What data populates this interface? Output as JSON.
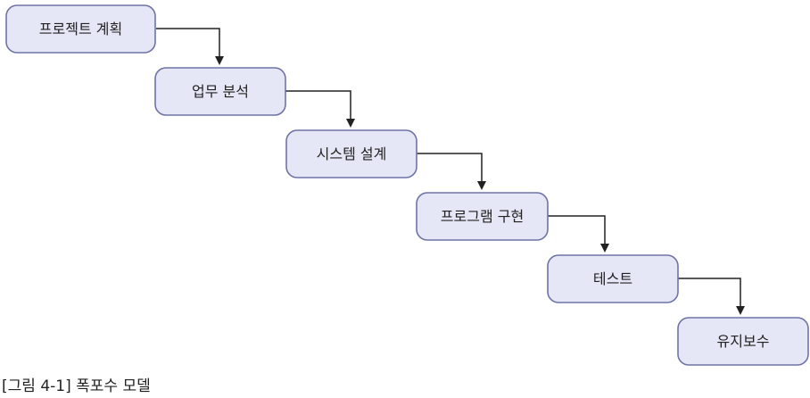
{
  "steps": [
    "프로젝트 계획",
    "업무 분석",
    "시스템 설계",
    "프로그램 구현",
    "테스트",
    "유지보수"
  ],
  "caption": "[그림 4-1] 폭포수 모델"
}
